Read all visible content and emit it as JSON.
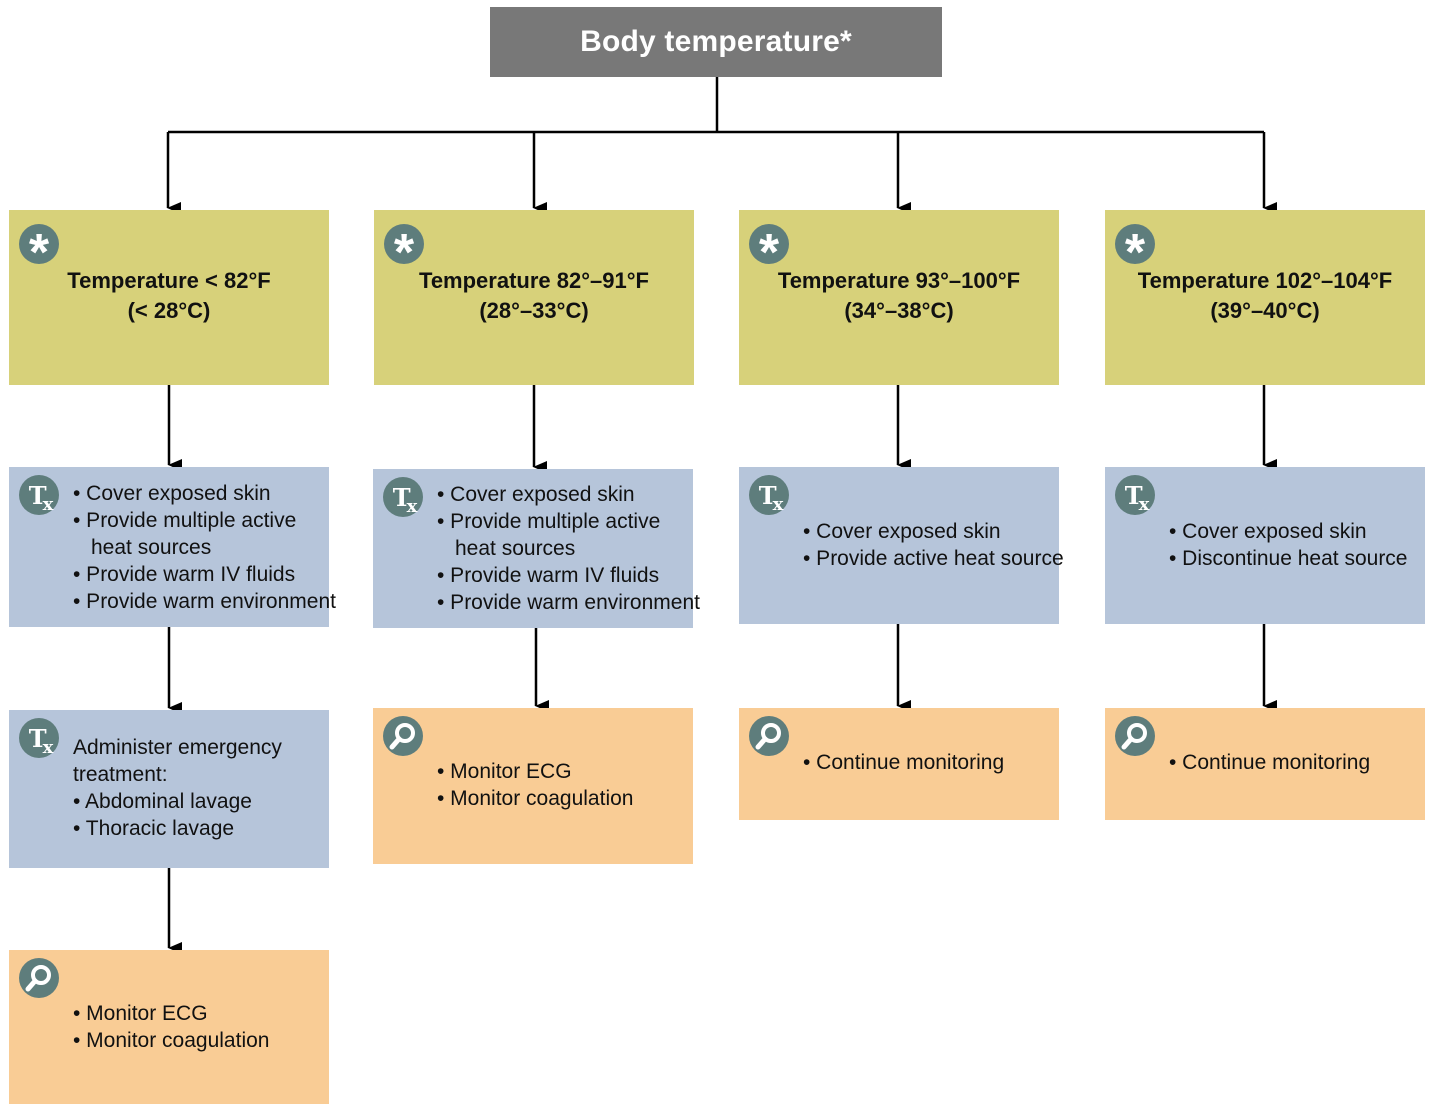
{
  "title": "Body temperature*",
  "columns": [
    {
      "range": {
        "line1": "Temperature < 82°F",
        "line2": "(< 28°C)"
      },
      "treatment": [
        {
          "text": "• Cover exposed skin",
          "style": "bul"
        },
        {
          "text": "• Provide multiple active",
          "style": "bul"
        },
        {
          "text": "heat sources",
          "style": "ind"
        },
        {
          "text": "• Provide warm IV fluids",
          "style": "bul"
        },
        {
          "text": "• Provide warm environment",
          "style": "bul"
        }
      ],
      "treatment2": [
        {
          "text": "Administer emergency",
          "style": "plain"
        },
        {
          "text": "treatment:",
          "style": "plain"
        },
        {
          "text": "• Abdominal lavage",
          "style": "bul"
        },
        {
          "text": "• Thoracic lavage",
          "style": "bul"
        }
      ],
      "monitor": [
        {
          "text": "• Monitor ECG",
          "style": "bul"
        },
        {
          "text": "• Monitor coagulation",
          "style": "bul"
        }
      ]
    },
    {
      "range": {
        "line1": "Temperature 82°–91°F",
        "line2": "(28°–33°C)"
      },
      "treatment": [
        {
          "text": "• Cover exposed skin",
          "style": "bul"
        },
        {
          "text": "• Provide multiple active",
          "style": "bul"
        },
        {
          "text": "heat sources",
          "style": "ind"
        },
        {
          "text": "• Provide warm IV fluids",
          "style": "bul"
        },
        {
          "text": "• Provide warm environment",
          "style": "bul"
        }
      ],
      "monitor": [
        {
          "text": "• Monitor ECG",
          "style": "bul"
        },
        {
          "text": "• Monitor coagulation",
          "style": "bul"
        }
      ]
    },
    {
      "range": {
        "line1": "Temperature 93°–100°F",
        "line2": "(34°–38°C)"
      },
      "treatment": [
        {
          "text": "• Cover exposed skin",
          "style": "bul"
        },
        {
          "text": "• Provide active heat source",
          "style": "bul"
        }
      ],
      "monitor": [
        {
          "text": "• Continue monitoring",
          "style": "bul"
        }
      ]
    },
    {
      "range": {
        "line1": "Temperature 102°–104°F",
        "line2": "(39°–40°C)"
      },
      "treatment": [
        {
          "text": "• Cover exposed skin",
          "style": "bul"
        },
        {
          "text": "• Discontinue heat source",
          "style": "bul"
        }
      ],
      "monitor": [
        {
          "text": "• Continue monitoring",
          "style": "bul"
        }
      ]
    }
  ],
  "icons": {
    "range": "asterisk-icon",
    "treatment": "rx-treatment-icon",
    "monitor": "magnifier-icon"
  },
  "colors": {
    "title_box": "#787878",
    "range_box": "#d7d17a",
    "treatment_box": "#b6c5da",
    "monitor_box": "#f9cc95",
    "icon": "#5e7d7c"
  }
}
